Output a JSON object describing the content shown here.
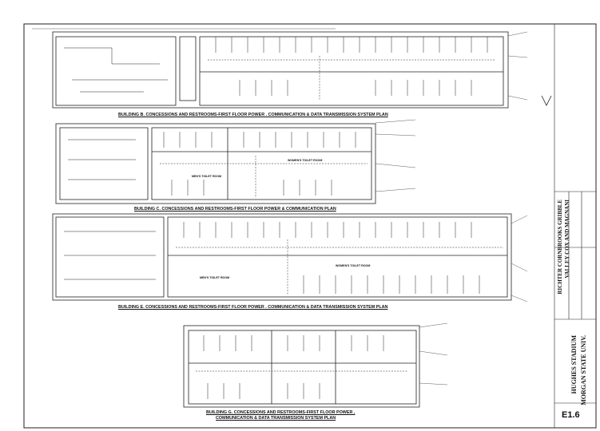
{
  "sheet": {
    "plan_titles": [
      "BUILDING B. CONCESSIONS AND RESTROOMS-FIRST FLOOR POWER . COMMUNICATION & DATA TRANSMISSION SYSTEM PLAN",
      "BUILDING C. CONCESSIONS AND RESTROOMS-FIRST FLOOR POWER & COMMUNICATION PLAN",
      "BUILDING E. CONCESSIONS AND RESTROOMS-FIRST FLOOR POWER . COMMUNICATION & DATA TRANSMISSION SYSTEM PLAN",
      "BUILDING G. CONCESSIONS AND RESTROOMS-FIRST FLOOR POWER ,",
      "COMMUNICATION & DATA TRANSMISSION SYSTEM PLAN"
    ],
    "room_labels": [
      "WOMEN'S TOILET ROOM",
      "MEN'S TOILET ROOM",
      "WOMEN'S TOILET ROOM",
      "MEN'S TOILET ROOM"
    ],
    "title_block": {
      "firm_line1": "RICHTER CORNBROOKS GRIBBLE",
      "firm_line2": "VALLEY COX AND MAGNANI",
      "project_line1": "HUGHES STADIUM",
      "project_line2": "MORGAN STATE UNIV.",
      "sheet_number": "E1.6"
    }
  }
}
